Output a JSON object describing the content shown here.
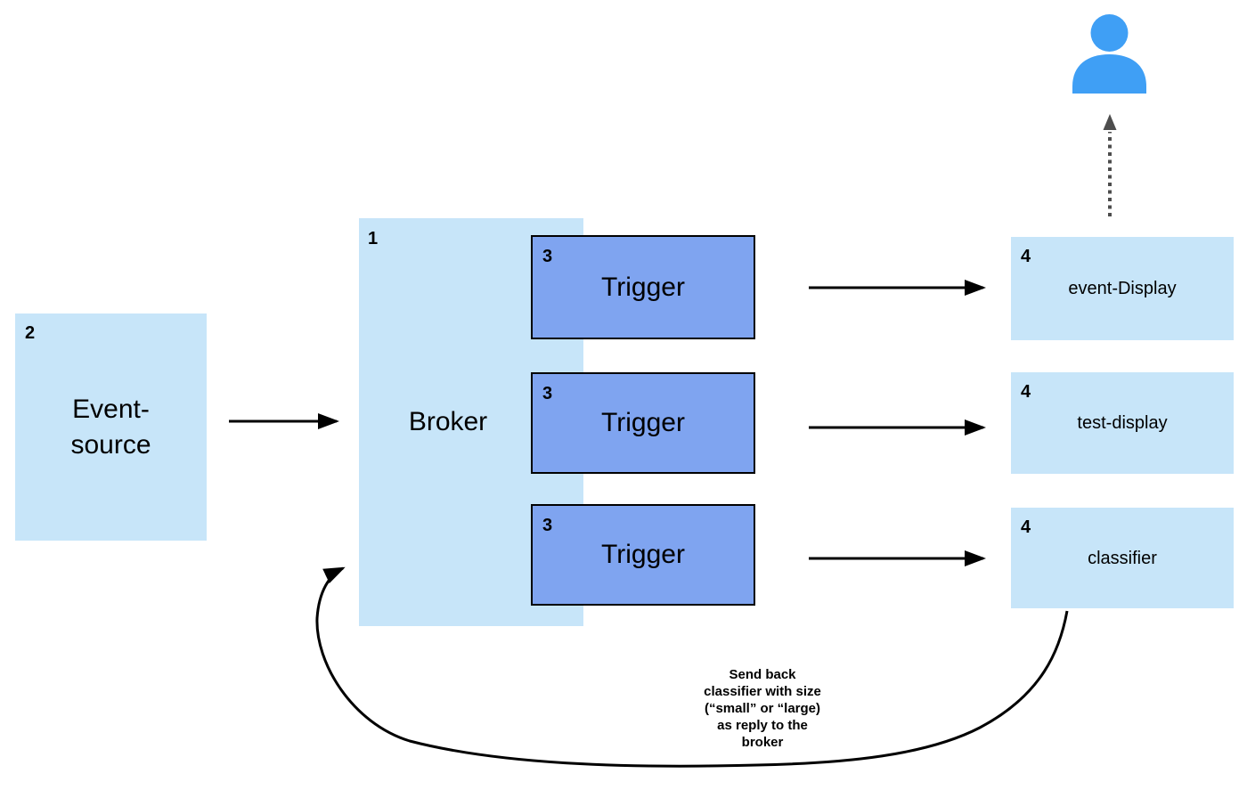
{
  "diagram": {
    "title": "broker-trigger-eventing-flow",
    "nodes": {
      "event_source": {
        "number": "2",
        "label": "Event-\nsource"
      },
      "broker": {
        "number": "1",
        "label": "Broker"
      },
      "triggers": [
        {
          "number": "3",
          "label": "Trigger"
        },
        {
          "number": "3",
          "label": "Trigger"
        },
        {
          "number": "3",
          "label": "Trigger"
        }
      ],
      "targets": [
        {
          "number": "4",
          "label": "event-Display"
        },
        {
          "number": "4",
          "label": "test-display"
        },
        {
          "number": "4",
          "label": "classifier"
        }
      ]
    },
    "annotation": "Send back\nclassifier with size\n(“small” or “large)\nas reply to the\nbroker",
    "icons": {
      "person": "user-silhouette"
    },
    "colors": {
      "background": "#FFFFFF",
      "node_fill_light": "#C7E5F9",
      "trigger_fill": "#7FA4F0",
      "trigger_border": "#000000",
      "arrow": "#000000",
      "dotted_arrow": "#4D4D4D",
      "person": "#3F9FF5",
      "text": "#000000"
    }
  }
}
